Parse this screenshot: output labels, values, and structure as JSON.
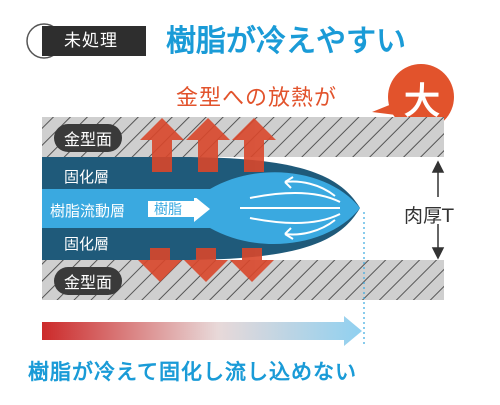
{
  "header": {
    "tag_label": "未処理",
    "title": "樹脂が冷えやすい"
  },
  "callout": {
    "text": "金型への放熱が",
    "badge": "大"
  },
  "diagram": {
    "mold_top_label": "金型面",
    "mold_bottom_label": "金型面",
    "solid_top_label": "固化層",
    "solid_bottom_label": "固化層",
    "flow_label": "樹脂流動層",
    "resin_label": "樹脂",
    "thickness_label": "肉厚T",
    "colors": {
      "mold": "#c8c8c8",
      "solid_layer": "#1f5a7a",
      "flow_layer": "#3aa9e0",
      "heat_arrow": "#d9472b",
      "accent_blue": "#1a9bd7",
      "accent_red": "#e2532c"
    }
  },
  "footer": {
    "text": "樹脂が冷えて固化し流し込めない"
  }
}
